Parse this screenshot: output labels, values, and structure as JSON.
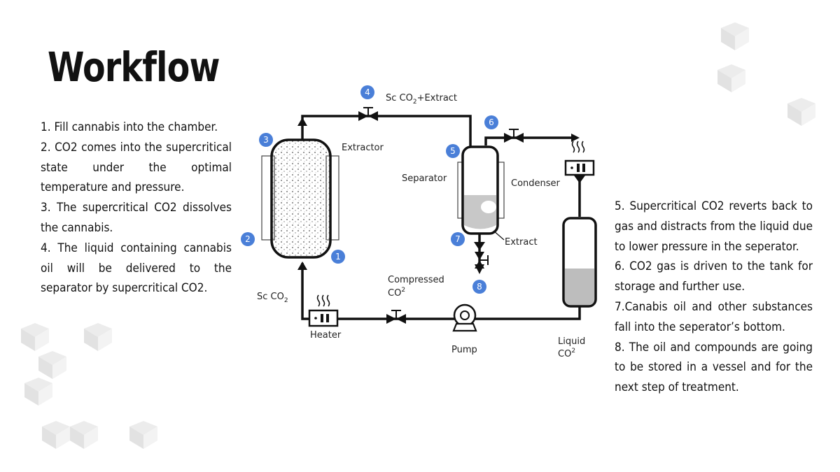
{
  "title": "Workflow",
  "steps_left": [
    "1. Fill cannabis into the chamber.",
    "2. CO2 comes into the supercritical state under the optimal temperature and pressure.",
    "3. The supercritical CO2 dissolves the cannabis.",
    "4. The liquid containing cannabis oil will be delivered to the separator by supercritical CO2."
  ],
  "steps_right": [
    "5. Supercritical CO2 reverts back to gas and distracts from the liquid due to lower pressure in the seperator.",
    "6. CO2 gas is driven to the tank for storage and further use.",
    "7.Canabis oil and other substances fall into the seperator’s bottom.",
    "8. The oil and compounds are going to be stored in a vessel and for the next step of treatment."
  ],
  "diagram": {
    "labels": {
      "extractor": "Extractor",
      "separator": "Separator",
      "condenser": "Condenser",
      "extract": "Extract",
      "sc_co2_extract_a": "Sc CO",
      "sc_co2_extract_sub": "2",
      "sc_co2_extract_b": "+Extract",
      "sc_co2_a": "Sc CO",
      "sc_co2_sub": "2",
      "compressed_1": "Compressed",
      "compressed_2": "CO",
      "compressed_sup": "2",
      "heater": "Heater",
      "pump": "Pump",
      "liquid_1": "Liquid",
      "liquid_2": "CO",
      "liquid_sup": "2"
    },
    "markers": [
      "1",
      "2",
      "3",
      "4",
      "5",
      "6",
      "7",
      "8"
    ],
    "colors": {
      "marker": "#4a7fd8",
      "line": "#111111",
      "liquid": "#bdbdbd",
      "deco": "#e6e6e6"
    }
  }
}
